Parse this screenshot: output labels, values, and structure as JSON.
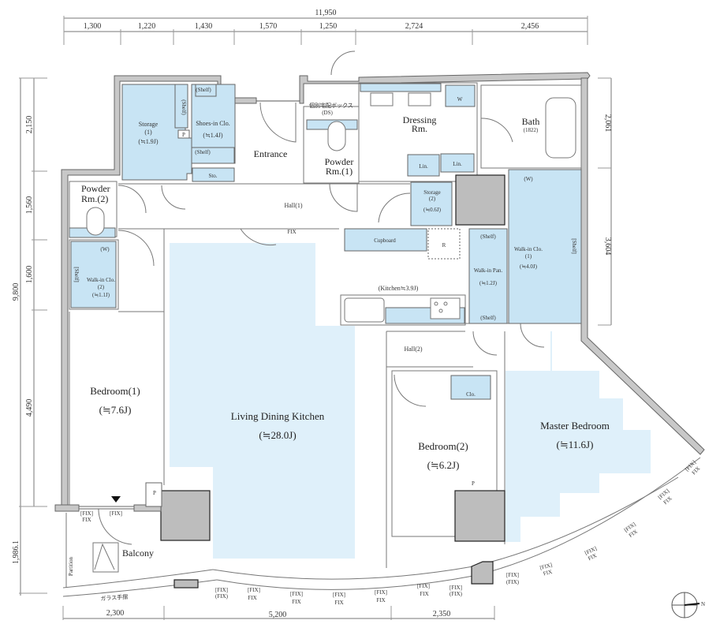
{
  "dimensions": {
    "top_total": "11,950",
    "top": [
      "1,300",
      "1,220",
      "1,430",
      "1,570",
      "1,250",
      "2,724",
      "2,456"
    ],
    "left_total": "9,800",
    "left": [
      "2,150",
      "1,560",
      "1,600",
      "4,490"
    ],
    "left_balcony": "1,986.1",
    "right": [
      "2,061",
      "3,604"
    ],
    "bottom": [
      "2,300",
      "5,200",
      "2,350"
    ]
  },
  "rooms": {
    "storage1": {
      "name": "Storage",
      "num": "(1)",
      "area": "(≒1.9J)"
    },
    "shelf": "(Shelf)",
    "shelf_bracket": "[Shelf]",
    "p": "P",
    "shoes": {
      "name": "Shoes-in Clo.",
      "area": "(≒1.4J)"
    },
    "sto": "Sto.",
    "entrance": "Entrance",
    "delivery_box": "個別宅配ボックス",
    "ds": "(DS)",
    "powder1": {
      "line1": "Powder",
      "line2": "Rm.(1)"
    },
    "dressing": {
      "line1": "Dressing",
      "line2": "Rm."
    },
    "w": "W",
    "w_paren": "(W)",
    "bath": {
      "name": "Bath",
      "size": "(1822)"
    },
    "lin": "Lin.",
    "powder2": {
      "line1": "Powder",
      "line2": "Rm.(2)"
    },
    "hall1": "Hall(1)",
    "storage2": {
      "name": "Storage",
      "num": "(2)",
      "area": "(≒0.6J)"
    },
    "walkin_clo2": {
      "name": "Walk-in Clo.",
      "num": "(2)",
      "area": "(≒1.1J)"
    },
    "cupboard": "Cupboard",
    "r": "R",
    "walkin_pan": {
      "name": "Walk-in Pan.",
      "area": "(≒1.2J)"
    },
    "walkin_clo1": {
      "name": "Walk-in Clo.",
      "num": "(1)",
      "area": "(≒4.0J)"
    },
    "kitchen": "(Kitchen≒3.9J)",
    "fix": "FIX",
    "fix_bracket": "[FIX]",
    "fix_paren": "(FIX)",
    "hall2": "Hall(2)",
    "bedroom1": {
      "name": "Bedroom(1)",
      "area": "(≒7.6J)"
    },
    "ldk": {
      "name": "Living Dining Kitchen",
      "area": "(≒28.0J)"
    },
    "bedroom2": {
      "name": "Bedroom(2)",
      "area": "(≒6.2J)"
    },
    "clo": "Clo.",
    "master": {
      "name": "Master Bedroom",
      "area": "(≒11.6J)"
    },
    "balcony": "Balcony",
    "partition": "Partition",
    "glass_rail": "ガラス手摺"
  },
  "compass": {
    "label": "N"
  },
  "colors": {
    "room_fill": "#c8e4f4",
    "ldk_fill": "#dff0fa",
    "shaft": "#bdbdbd",
    "wall": "#c8c8c8"
  }
}
